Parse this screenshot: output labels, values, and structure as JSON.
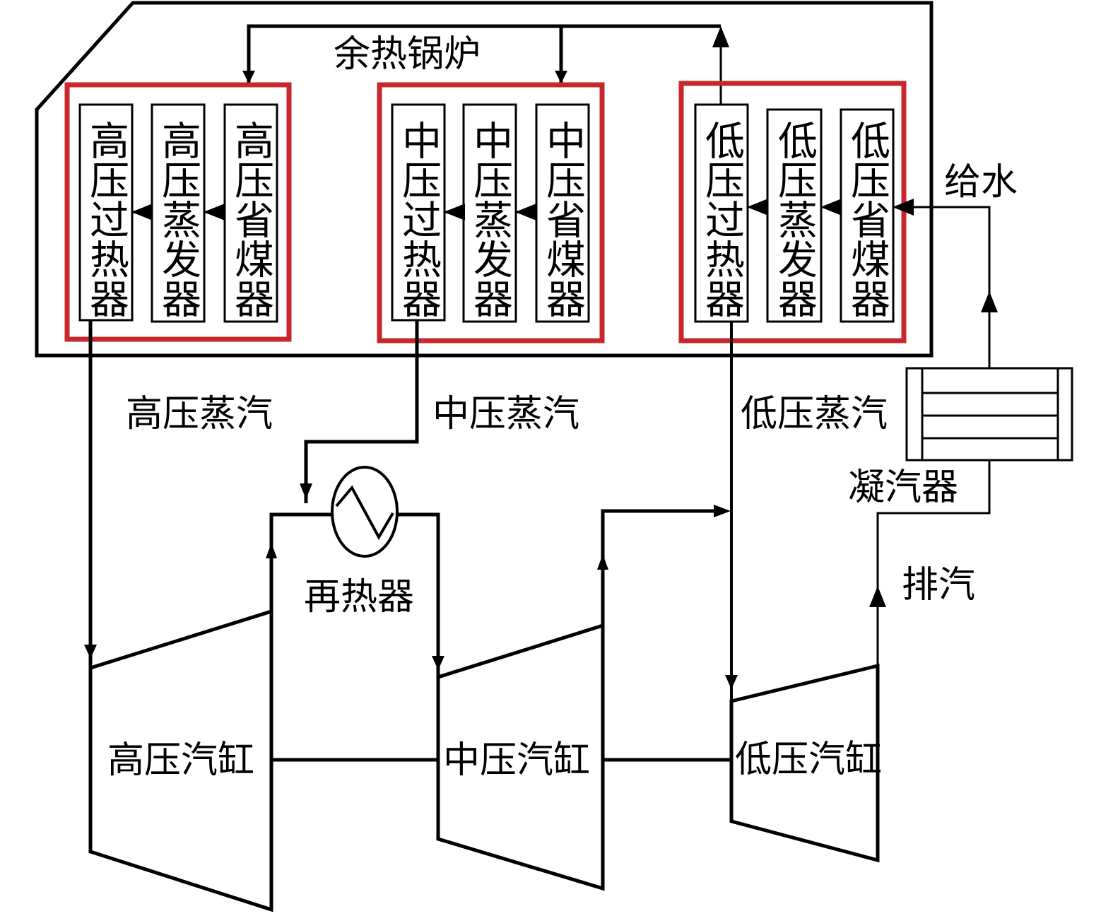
{
  "boiler": {
    "title": "余热锅炉"
  },
  "groups": {
    "high": {
      "superheater": "高压过热器",
      "evaporator": "高压蒸发器",
      "economizer": "高压省煤器"
    },
    "mid": {
      "superheater": "中压过热器",
      "evaporator": "中压蒸发器",
      "economizer": "中压省煤器"
    },
    "low": {
      "superheater": "低压过热器",
      "evaporator": "低压蒸发器",
      "economizer": "低压省煤器"
    }
  },
  "labels": {
    "feedwater": "给水",
    "hp_steam": "高压蒸汽",
    "ip_steam": "中压蒸汽",
    "lp_steam": "低压蒸汽",
    "condenser": "凝汽器",
    "exhaust": "排汽",
    "reheater": "再热器"
  },
  "turbines": {
    "hp": "高压汽缸",
    "ip": "中压汽缸",
    "lp": "低压汽缸"
  },
  "colors": {
    "group_border": "#c8282d",
    "line": "#000000"
  }
}
